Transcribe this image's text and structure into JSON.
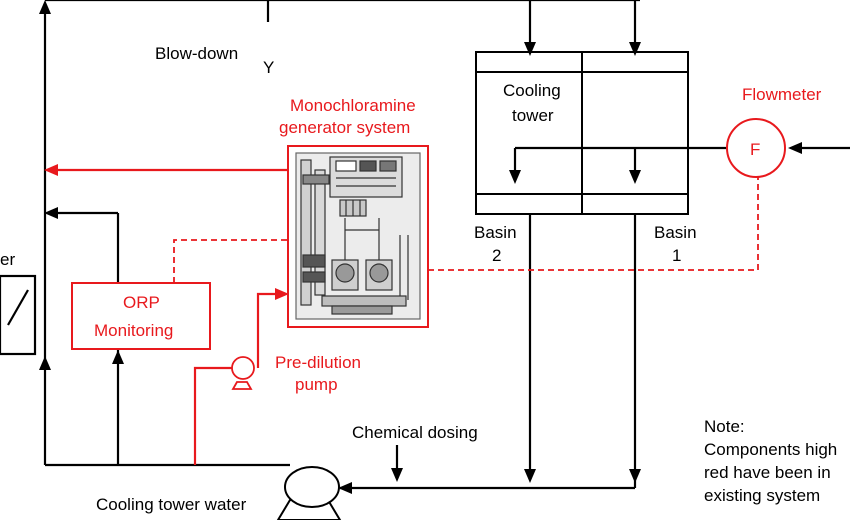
{
  "labels": {
    "blowdown": "Blow-down",
    "blowdown_valve": "Y",
    "generator_line1": "Monochloramine",
    "generator_line2": "generator system",
    "cooling_tower_line1": "Cooling",
    "cooling_tower_line2": "tower",
    "flowmeter": "Flowmeter",
    "flowmeter_symbol": "F",
    "basin2_line1": "Basin",
    "basin2_line2": "2",
    "basin1_line1": "Basin",
    "basin1_line2": "1",
    "heat_exchanger_partial": "er",
    "orp_line1": "ORP",
    "orp_line2": "Monitoring",
    "pump_line1": "Pre-dilution",
    "pump_line2": "pump",
    "chemical_dosing": "Chemical dosing",
    "cooling_water": "Cooling tower water",
    "note_title": "Note:",
    "note_line1": "Components high",
    "note_line2": "red have been in",
    "note_line3": "existing system"
  },
  "colors": {
    "line": "#000000",
    "highlight": "#e8191d",
    "background": "#ffffff"
  }
}
